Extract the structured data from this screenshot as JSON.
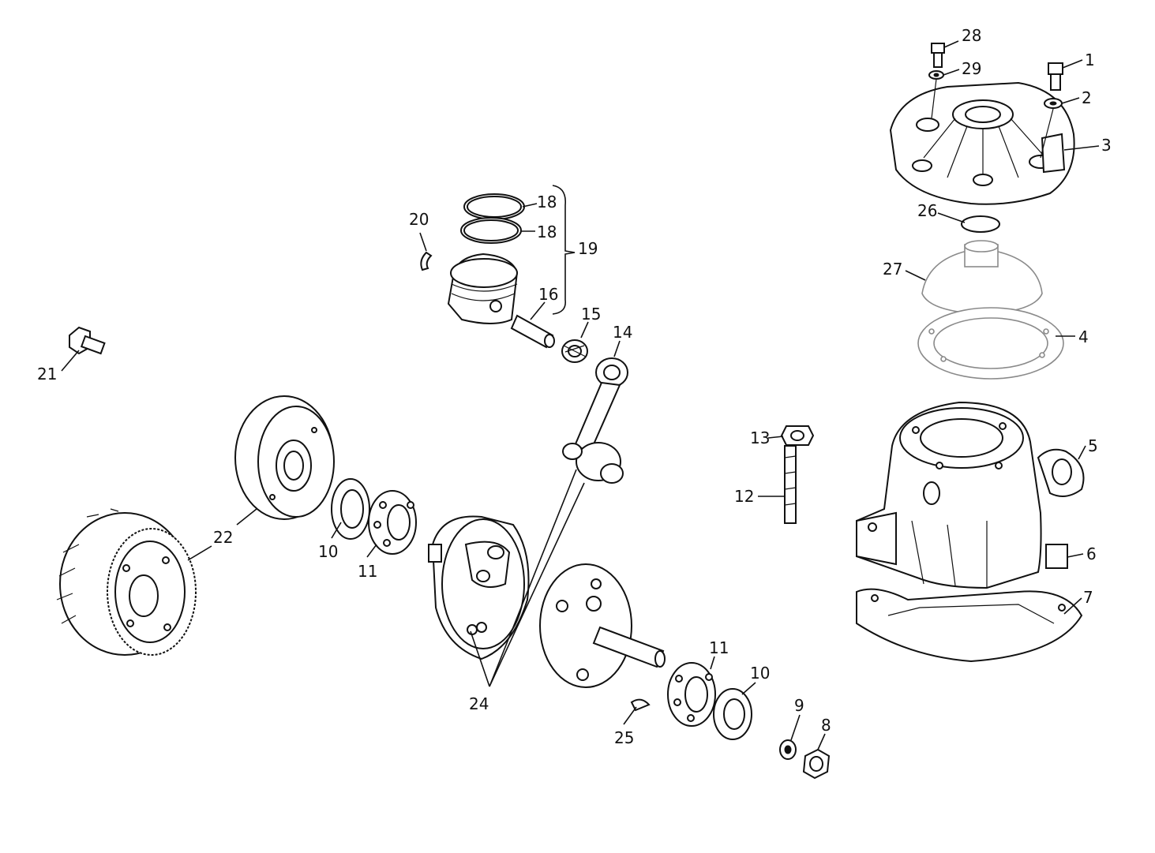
{
  "diagram": {
    "callouts": {
      "c1": "1",
      "c2": "2",
      "c3": "3",
      "c4": "4",
      "c5": "5",
      "c6": "6",
      "c7": "7",
      "c8": "8",
      "c9": "9",
      "c10a": "10",
      "c10b": "10",
      "c11a": "11",
      "c11b": "11",
      "c12": "12",
      "c13": "13",
      "c14": "14",
      "c15": "15",
      "c16": "16",
      "c18a": "18",
      "c18b": "18",
      "c19": "19",
      "c20": "20",
      "c21": "21",
      "c22": "22",
      "c24": "24",
      "c25": "25",
      "c26": "26",
      "c27": "27",
      "c28": "28",
      "c29": "29"
    }
  }
}
